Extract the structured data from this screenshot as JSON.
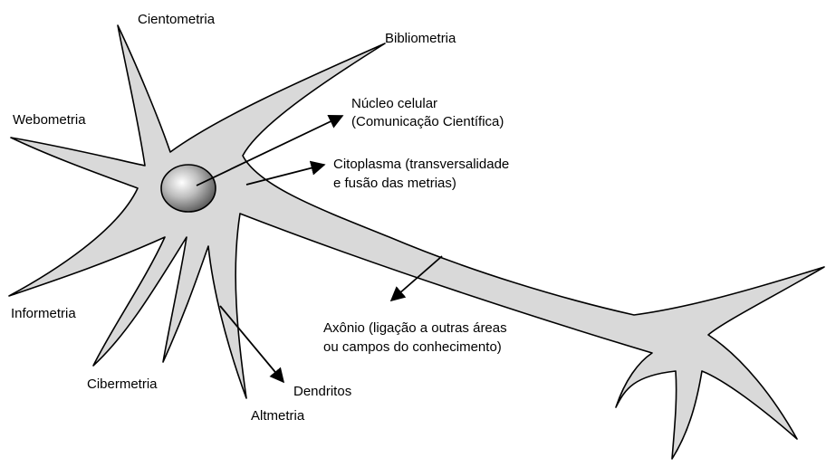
{
  "diagram": {
    "labels": {
      "cientometria": "Cientometria",
      "bibliometria": "Bibliometria",
      "webometria": "Webometria",
      "informetria": "Informetria",
      "cibermetria": "Cibermetria",
      "altmetria": "Altmetria",
      "dendritos": "Dendritos",
      "nucleo_line1": "Núcleo celular",
      "nucleo_line2": "(Comunicação Científica)",
      "citoplasma_line1": "Citoplasma (transversalidade",
      "citoplasma_line2": "e fusão das metrias)",
      "axonio_line1": "Axônio (ligação a outras áreas",
      "axonio_line2": "ou campos do conhecimento)"
    },
    "colors": {
      "cell_fill": "#d9d9d9",
      "outline": "#000000",
      "nucleus_highlight": "#ffffff",
      "nucleus_shade": "#5a5a5a",
      "arrow": "#000000"
    }
  }
}
